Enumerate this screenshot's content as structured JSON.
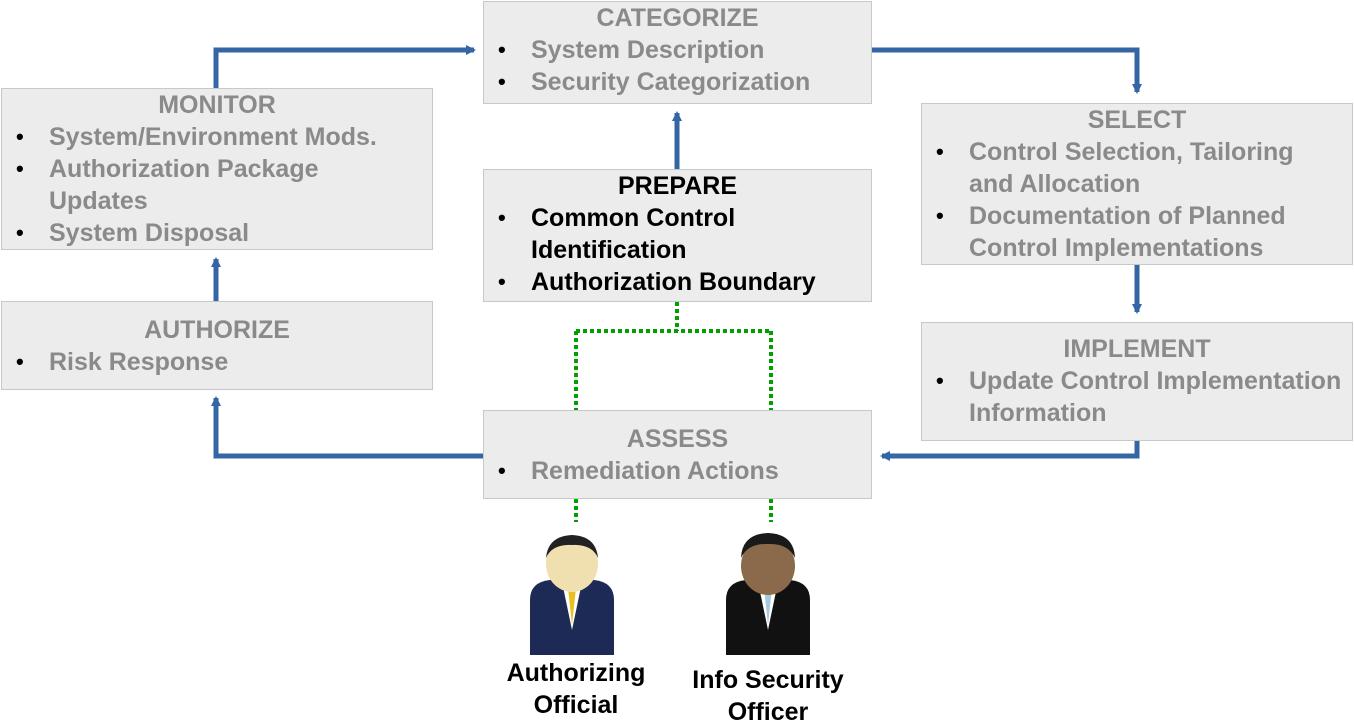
{
  "colors": {
    "arrow": "#3465a4",
    "box_fill": "#ececec",
    "inactive_text": "#8a8a8a",
    "dotted": "#00a000"
  },
  "steps": {
    "categorize": {
      "title": "CATEGORIZE",
      "items": [
        "System Description",
        "Security Categorization"
      ]
    },
    "select": {
      "title": "SELECT",
      "items": [
        "Control Selection, Tailoring and Allocation",
        "Documentation of Planned Control Implementations"
      ]
    },
    "implement": {
      "title": "IMPLEMENT",
      "items": [
        "Update Control Implementation Information"
      ]
    },
    "assess": {
      "title": "ASSESS",
      "items": [
        "Remediation Actions"
      ]
    },
    "authorize": {
      "title": "AUTHORIZE",
      "items": [
        "Risk Response"
      ]
    },
    "monitor": {
      "title": "MONITOR",
      "items": [
        "System/Environment Mods.",
        "Authorization Package Updates",
        "System Disposal"
      ]
    },
    "prepare": {
      "title": "PREPARE",
      "items": [
        "Common Control Identification",
        "Authorization Boundary"
      ]
    }
  },
  "people": [
    {
      "label": "Authorizing Official",
      "icon": "person-icon"
    },
    {
      "label": "Info Security Officer",
      "icon": "person-icon"
    }
  ]
}
